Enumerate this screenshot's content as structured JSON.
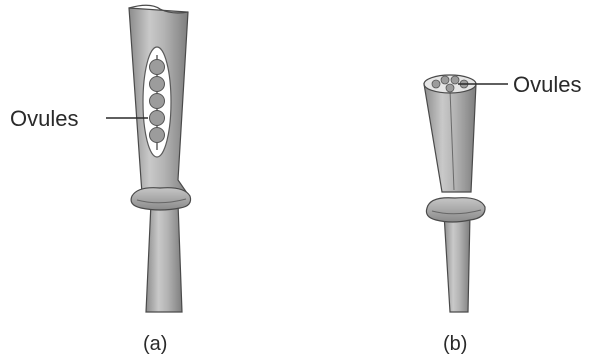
{
  "figure": {
    "panel_a": {
      "ovule_label": "Ovules",
      "caption": "(a)"
    },
    "panel_b": {
      "ovule_label": "Ovules",
      "caption": "(b)"
    }
  },
  "colors": {
    "tissue_fill": "#b3b3b3",
    "tissue_dark": "#8c8c8c",
    "tissue_light": "#d4d4d4",
    "outline": "#4a4a4a",
    "text": "#2a2a2a",
    "background": "#ffffff"
  }
}
